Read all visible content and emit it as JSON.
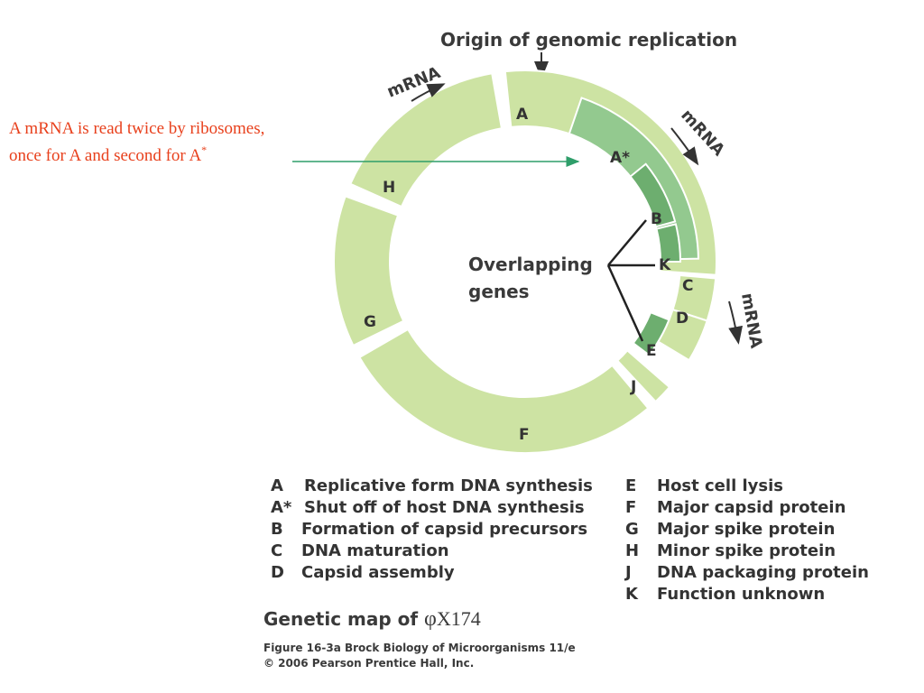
{
  "colors": {
    "light_green": "#cde3a3",
    "mid_green": "#93c98f",
    "dark_green": "#6dae6f",
    "arrow_green": "#2f9e6a",
    "note_red": "#e8401c",
    "text_dark": "#333333"
  },
  "diagram": {
    "origin_title": "Origin of genomic replication",
    "overlap_label_line1": "Overlapping",
    "overlap_label_line2": "genes",
    "mrna_labels": [
      "mRNA",
      "mRNA",
      "mRNA"
    ],
    "genes": {
      "A": "A",
      "A_star": "A*",
      "B": "B",
      "K": "K",
      "C": "C",
      "D": "D",
      "E": "E",
      "J": "J",
      "F": "F",
      "G": "G",
      "H": "H"
    }
  },
  "annotation": {
    "line1": "A mRNA is read twice by ribosomes,",
    "line2_prefix": "once for A and second for A",
    "line2_superscript": "*"
  },
  "legend": {
    "left": [
      {
        "key": "A",
        "desc": "Replicative form DNA synthesis"
      },
      {
        "key": "A*",
        "desc": "Shut off of host DNA synthesis"
      },
      {
        "key": "B",
        "desc": "Formation of capsid precursors"
      },
      {
        "key": "C",
        "desc": "DNA maturation"
      },
      {
        "key": "D",
        "desc": "Capsid assembly"
      }
    ],
    "right": [
      {
        "key": "E",
        "desc": "Host cell lysis"
      },
      {
        "key": "F",
        "desc": "Major capsid protein"
      },
      {
        "key": "G",
        "desc": "Major spike protein"
      },
      {
        "key": "H",
        "desc": "Minor spike protein"
      },
      {
        "key": "J",
        "desc": "DNA packaging protein"
      },
      {
        "key": "K",
        "desc": "Function unknown"
      }
    ]
  },
  "map_title": {
    "prefix": "Genetic map of ",
    "phi": "φ",
    "name": "X174"
  },
  "caption": {
    "line1": "Figure 16-3a  Brock Biology of Microorganisms 11/e",
    "line2": "© 2006 Pearson Prentice Hall, Inc."
  }
}
